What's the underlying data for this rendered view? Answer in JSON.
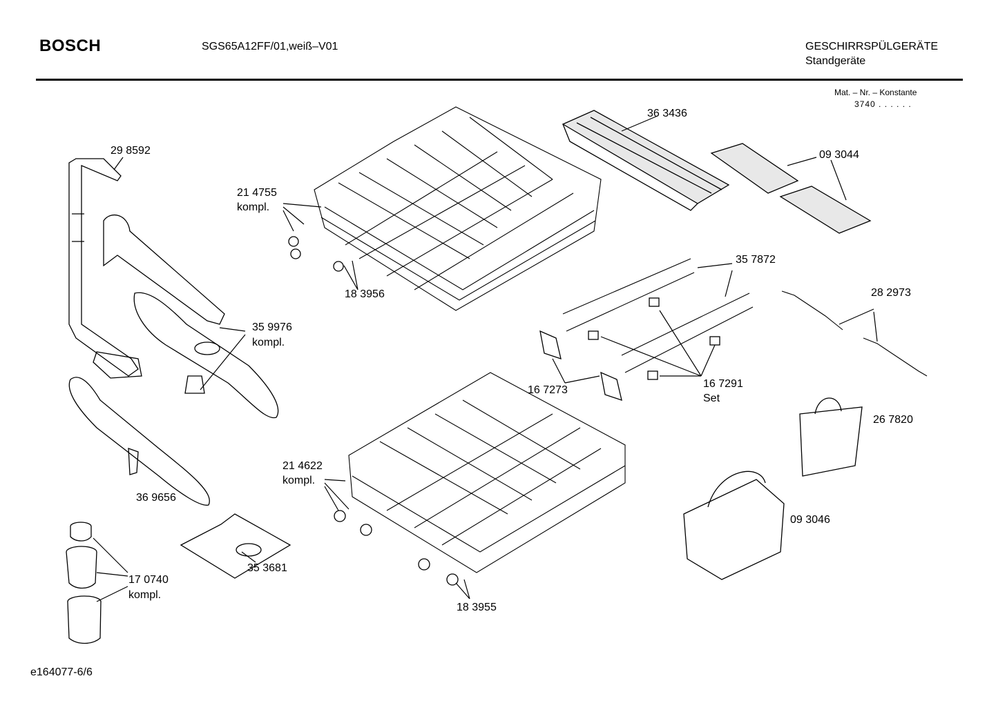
{
  "header": {
    "brand": "BOSCH",
    "model": "SGS65A12FF/01,weiß–V01",
    "category": "GESCHIRRSPÜLGERÄTE",
    "subcategory": "Standgeräte",
    "mat_label": "Mat. – Nr. – Konstante",
    "mat_code": "3740 . . . . . ."
  },
  "parts": {
    "p298592": "29 8592",
    "p214755": "21 4755",
    "p214755_note": "kompl.",
    "p183956": "18 3956",
    "p363436": "36 3436",
    "p093044": "09 3044",
    "p357872": "35 7872",
    "p282973": "28 2973",
    "p359976": "35 9976",
    "p359976_note": "kompl.",
    "p167273": "16 7273",
    "p167291": "16 7291",
    "p167291_note": "Set",
    "p267820": "26 7820",
    "p214622": "21 4622",
    "p214622_note": "kompl.",
    "p369656": "36 9656",
    "p093046": "09 3046",
    "p353681": "35 3681",
    "p170740": "17 0740",
    "p170740_note": "kompl.",
    "p183955": "18 3955"
  },
  "footer": {
    "doc_id": "e164077-6/6"
  }
}
